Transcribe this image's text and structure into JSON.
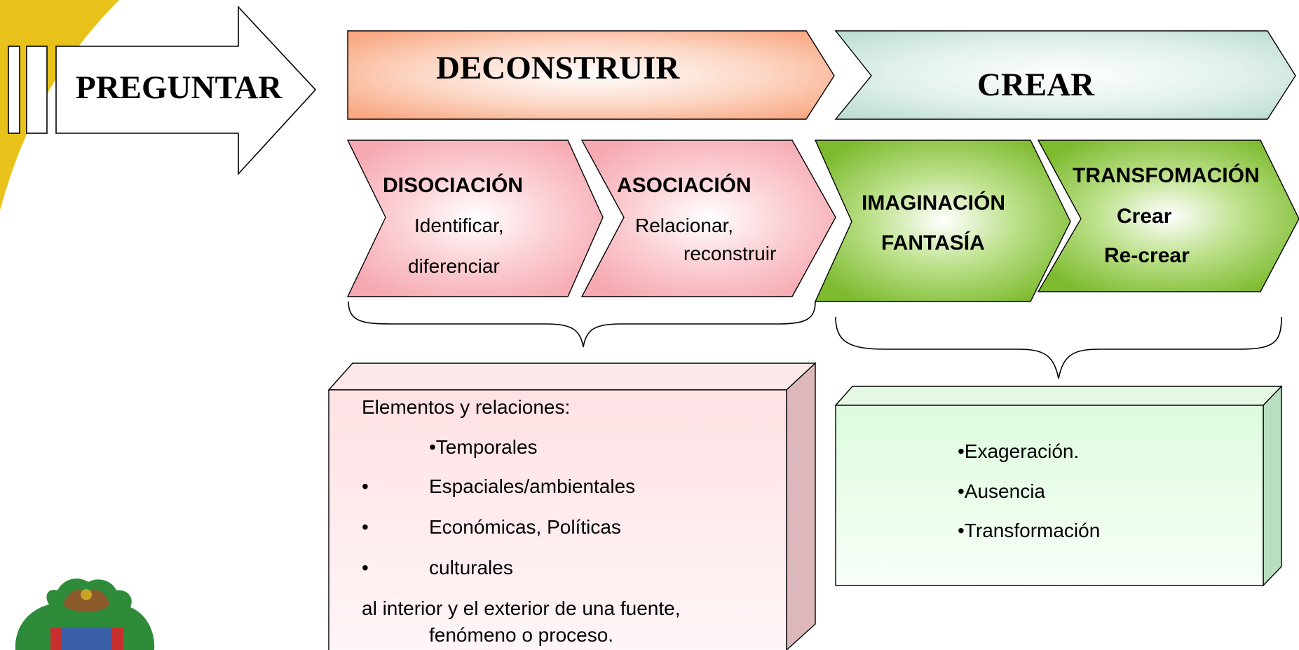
{
  "pill_left": "PREGUNTAR",
  "deconstruir": {
    "title": "DECONSTRUIR"
  },
  "crear": {
    "title": "CREAR"
  },
  "steps": {
    "disociacion": {
      "title": "DISOCIACIÓN",
      "line1": "Identificar,",
      "line2": "diferenciar"
    },
    "asociacion": {
      "title": "ASOCIACIÓN",
      "line1": "Relacionar,",
      "line2": "reconstruir"
    },
    "imaginacion": {
      "title": "IMAGINACIÓN",
      "line2": "FANTASÍA"
    },
    "transformacion": {
      "title": "TRANSFOMACIÓN",
      "line1": "Crear",
      "line2": "Re-crear"
    }
  },
  "left_box": {
    "intro": "Elementos y relaciones:",
    "first_item": "•Temporales",
    "bullet": "•",
    "items": [
      "Espaciales/ambientales",
      "Económicas, Políticas",
      "culturales"
    ],
    "footer_line1": "al interior y el exterior de una fuente,",
    "footer_line2": "fenómeno o proceso."
  },
  "right_box": {
    "items": [
      "•Exageración.",
      "•Ausencia",
      "•Transformación"
    ]
  },
  "colors": {
    "yellow_accent": "#E8C21A",
    "deconstruir_edge": "#F9A882",
    "crear_edge": "#BFDFD3",
    "pink_edge": "#F6A9B1",
    "green_edge": "#8CC63F",
    "left_box_face": "#FFE3E6",
    "right_box_face": "#DDFBDD"
  }
}
